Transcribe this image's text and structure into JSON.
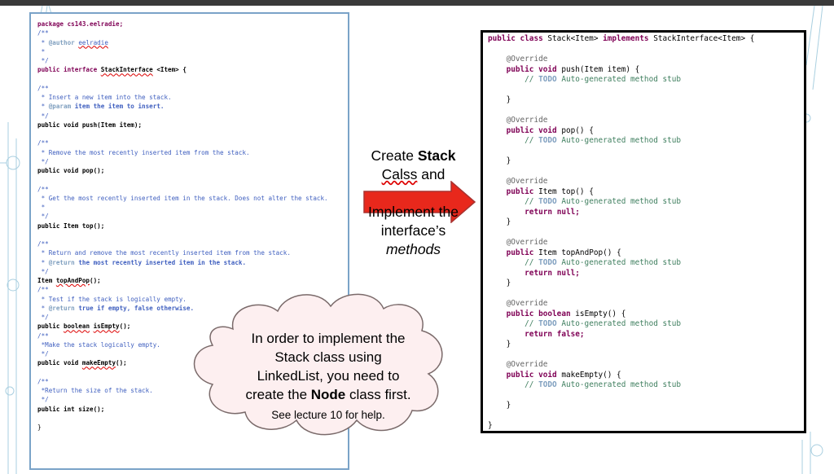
{
  "left_code": {
    "package_line": "package cs143.eelradie;",
    "author_tag": "@author",
    "author_name": "eelradie",
    "interface_kw": "public interface",
    "interface_name": "StackInterface",
    "interface_generic": "<Item> {",
    "push_doc1": "Insert a new item into the stack.",
    "push_doc2_tag": "@param",
    "push_doc2_text": "item the item to insert.",
    "push_sig": "public void push(Item item);",
    "pop_doc": "Remove the most recently inserted item from the stack.",
    "pop_sig": "public void pop();",
    "top_doc": "Get the most recently inserted item in the stack. Does not alter the stack.",
    "top_sig": "public Item top();",
    "tap_doc1": "Return and remove the most recently inserted item from the stack.",
    "tap_doc2_tag": "@return",
    "tap_doc2_text": "the most recently inserted item in the stack.",
    "tap_sig_pre": "Item ",
    "tap_sig_name": "topAndPop",
    "tap_sig_post": "();",
    "empty_doc1": "Test if the stack is logically empty.",
    "empty_doc2_tag": "@return",
    "empty_doc2_text": "true if empty, false otherwise.",
    "empty_sig_pre": "public ",
    "empty_sig_bool": "boolean",
    "empty_sig_space": " ",
    "empty_sig_name": "isEmpty",
    "empty_sig_post": "();",
    "make_doc": "*Make the stack logically empty.",
    "make_sig_pre": "public void ",
    "make_sig_name": "makeEmpty",
    "make_sig_post": "();",
    "size_doc": "*Return the size of the stack.",
    "size_sig": "public int size();",
    "close": "}"
  },
  "right_code": {
    "class_kw1": "public class",
    "class_mid": " Stack<Item> ",
    "class_kw2": "implements",
    "class_end": " StackInterface<Item> {",
    "override": "@Override",
    "push_sig": "push(Item item) {",
    "pop_sig": "pop() {",
    "top_sig": "top() {",
    "tap_sig": "topAndPop() {",
    "empty_sig": "isEmpty() {",
    "make_sig": "makeEmpty() {",
    "kw_public_void": "public void",
    "kw_public": "public",
    "type_item": "Item",
    "kw_boolean": "boolean",
    "todo": "TODO",
    "stub": "Auto-generated method stub",
    "ret_null_kw": "return",
    "ret_null_val": "null;",
    "ret_false_val": "false;",
    "close_brace": "}"
  },
  "middle": {
    "line1_pre": "Create ",
    "line1_bold": "Stack",
    "line2": "Calss",
    "line2_post": " and",
    "line3": "Implement the",
    "line4": "interface’s",
    "line5": "methods"
  },
  "cloud": {
    "line1": "In order to implement the",
    "line2": "Stack class using",
    "line3": "LinkedList, you need to",
    "line4_pre": "create the ",
    "line4_bold": "Node",
    "line4_post": " class first.",
    "line5": "See lecture 10 for help."
  },
  "colors": {
    "arrow": "#e8281c",
    "arrow_border": "#a83230",
    "left_border": "#7aa3c8",
    "keyword": "#7f0055",
    "javadoc": "#3f5fbf",
    "comment": "#3f7f5f"
  }
}
